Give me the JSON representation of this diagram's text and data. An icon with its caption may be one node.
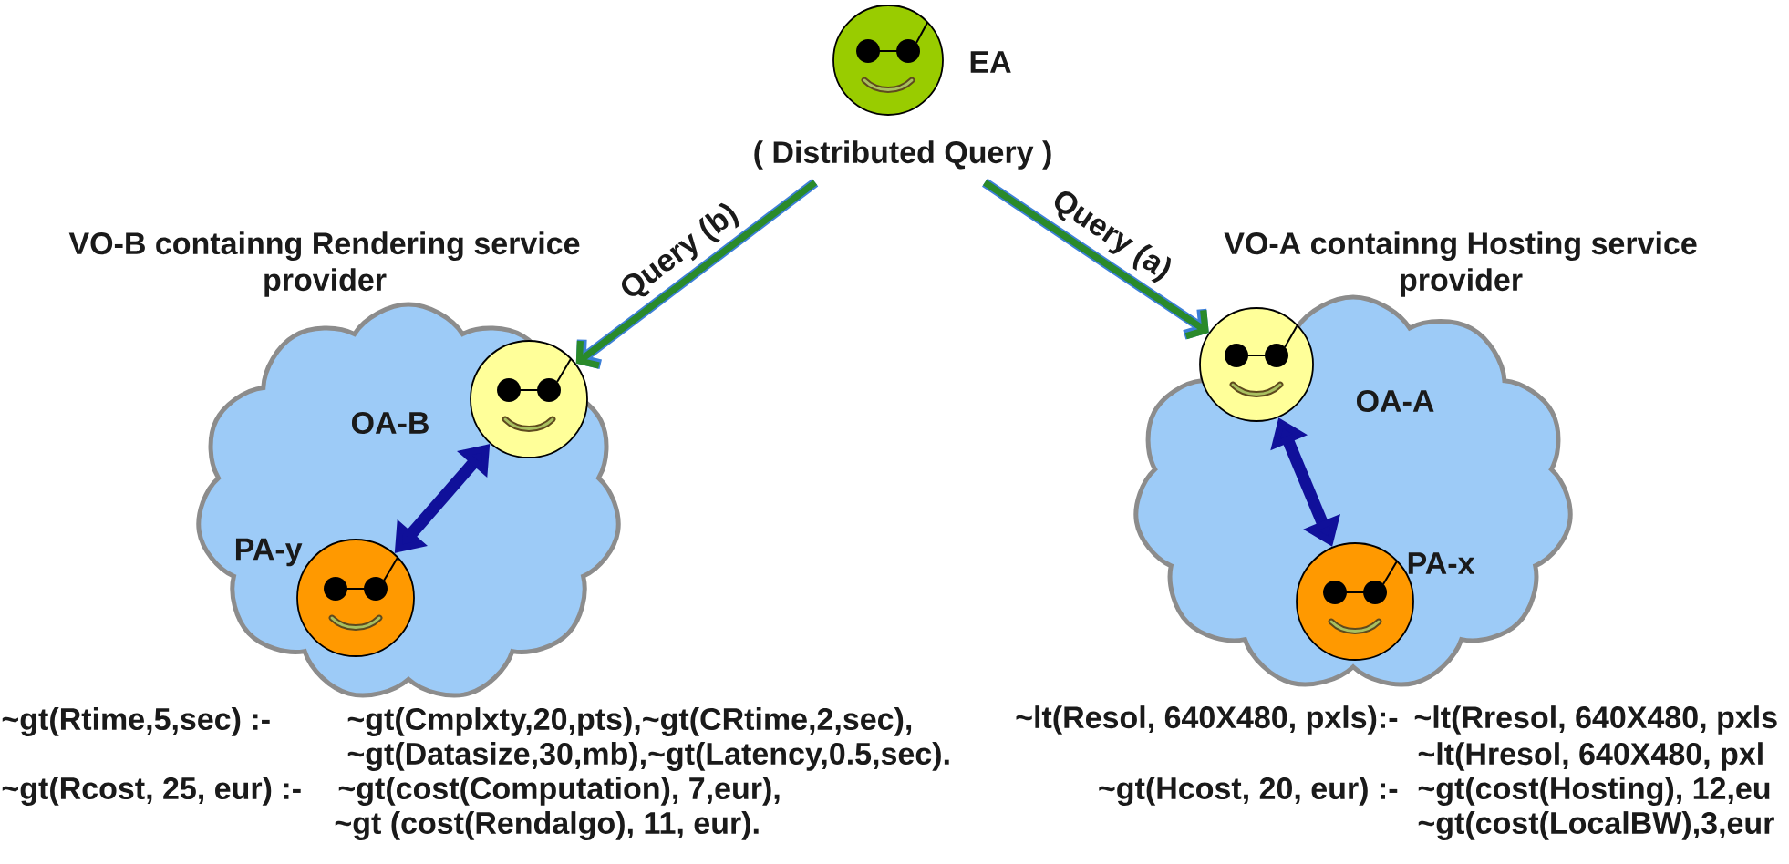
{
  "diagram": {
    "nodes": [
      {
        "text": [],
        "shape": "circle",
        "beside": [
          "EA",
          "( Distributed Query )"
        ]
      },
      {
        "text": [
          "VO-B containng Rendering service provider"
        ]
      },
      {
        "text": [],
        "shape": "circle",
        "in": 1,
        "beside": [
          "OA-B"
        ]
      },
      {
        "text": [],
        "shape": "circle",
        "in": 1,
        "beside": [
          "PA-y"
        ]
      },
      {
        "text": [
          "VO-A containng Hosting service provider"
        ]
      },
      {
        "text": [],
        "shape": "circle",
        "in": 4,
        "beside": [
          "OA-A"
        ]
      },
      {
        "text": [],
        "shape": "circle",
        "in": 4,
        "beside": [
          "PA-x"
        ]
      }
    ],
    "edges": [
      {
        "from": 0,
        "to": 2,
        "arrow": "to",
        "label": "Query (b)",
        "color": "#2a8a2a"
      },
      {
        "from": 0,
        "to": 5,
        "arrow": "to",
        "label": "Query (a)",
        "color": "#2a8a2a"
      },
      {
        "from": 2,
        "to": 3,
        "arrow": "both",
        "style": "thick",
        "color": "#10109a"
      },
      {
        "from": 5,
        "to": 6,
        "arrow": "both",
        "style": "thick",
        "color": "#10109a"
      }
    ],
    "labels": [
      "~gt(Rtime,5,sec) :-",
      "~gt(Cmplxty,20,pts),~gt(CRtime,2,sec),",
      "~lt(Resol, 640X480, pxls):-",
      "~lt(Rresol, 640X480, pxls",
      "~gt(Datasize,30,mb),~gt(Latency,0.5,sec).",
      "~lt(Hresol, 640X480, pxl",
      "~gt(Rcost, 25, eur) :-",
      "~gt(cost(Computation), 7,eur),",
      "~gt(Hcost, 20, eur) :-",
      "~gt(cost(Hosting), 12,eu",
      "~gt (cost(Rendalgo), 11, eur).",
      "~gt(cost(LocalBW),3,eur"
    ]
  }
}
